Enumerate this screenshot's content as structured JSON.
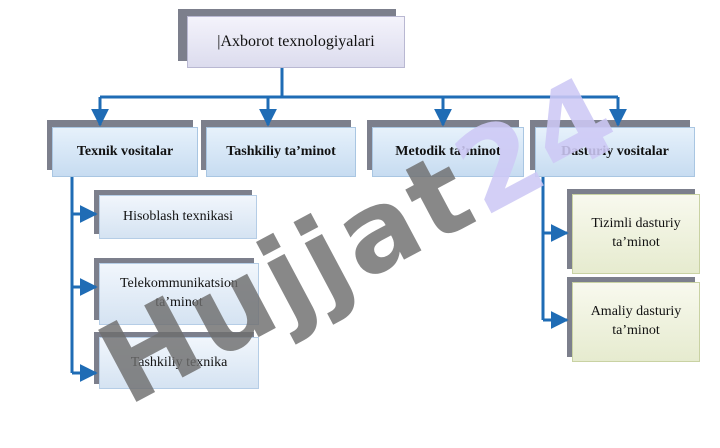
{
  "diagram": {
    "root": "|Axborot texnologiyalari",
    "branches": [
      "Texnik vositalar",
      "Tashkiliy ta’minot",
      "Metodik ta’minot",
      "Dasturiy vositalar"
    ],
    "technical_children": [
      "Hisoblash texnikasi",
      "Telekommunikatsion ta’minot",
      "Tashkiliy texnika"
    ],
    "software_children": [
      "Tizimli dasturiy ta’minot",
      "Amaliy dasturiy ta’minot"
    ]
  },
  "watermark": {
    "part1": "Hujjat",
    "part2": "24"
  },
  "colors": {
    "connector": "#1f6cb5",
    "branch_fill": "#cfe1f3",
    "software_child_fill": "#eaeed6",
    "shadow": "#7c7f8c",
    "watermark_gray": "#6e6e6e",
    "watermark_lavender": "#cdc8f5"
  }
}
